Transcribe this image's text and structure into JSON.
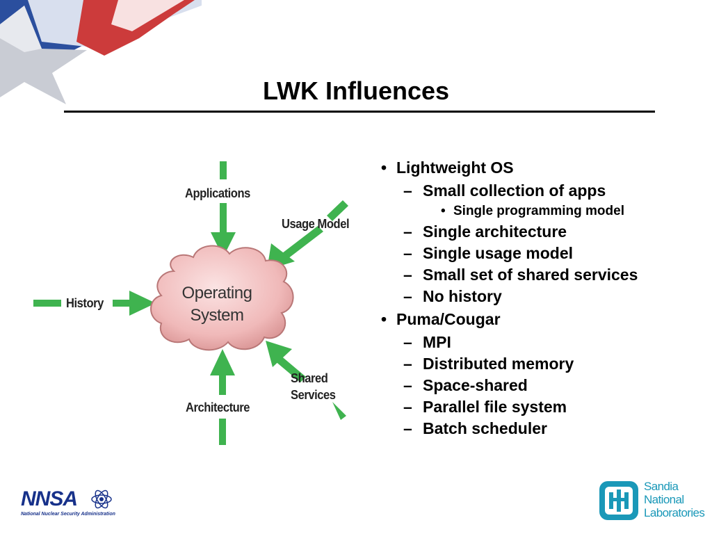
{
  "slide": {
    "title": "LWK Influences"
  },
  "diagram": {
    "center": [
      "Operating",
      "System"
    ],
    "labels": {
      "applications": "Applications",
      "usage_model": "Usage Model",
      "history": "History",
      "shared_services": [
        "Shared",
        "Services"
      ],
      "architecture": "Architecture"
    }
  },
  "bullets": [
    {
      "level": 1,
      "marker": "•",
      "text": "Lightweight OS"
    },
    {
      "level": 2,
      "marker": "–",
      "text": "Small collection of apps"
    },
    {
      "level": 3,
      "marker": "•",
      "text": "Single programming model"
    },
    {
      "level": 2,
      "marker": "–",
      "text": "Single architecture"
    },
    {
      "level": 2,
      "marker": "–",
      "text": "Single usage model"
    },
    {
      "level": 2,
      "marker": "–",
      "text": "Small set of shared services"
    },
    {
      "level": 2,
      "marker": "–",
      "text": "No history"
    },
    {
      "level": 1,
      "marker": "•",
      "text": "Puma/Cougar"
    },
    {
      "level": 2,
      "marker": "–",
      "text": "MPI"
    },
    {
      "level": 2,
      "marker": "–",
      "text": "Distributed memory"
    },
    {
      "level": 2,
      "marker": "–",
      "text": "Space-shared"
    },
    {
      "level": 2,
      "marker": "–",
      "text": "Parallel file system"
    },
    {
      "level": 2,
      "marker": "–",
      "text": "Batch scheduler"
    }
  ],
  "logos": {
    "nnsa": {
      "mark": "NNSA",
      "subtitle": "National Nuclear Security Administration"
    },
    "sandia": [
      "Sandia",
      "National",
      "Laboratories"
    ]
  },
  "colors": {
    "arrow": "#3fb34f",
    "cloud": "#f3c4c4",
    "cloud_edge": "#b97777",
    "nnsa_blue": "#17318a",
    "sandia_teal": "#1a98b8"
  }
}
